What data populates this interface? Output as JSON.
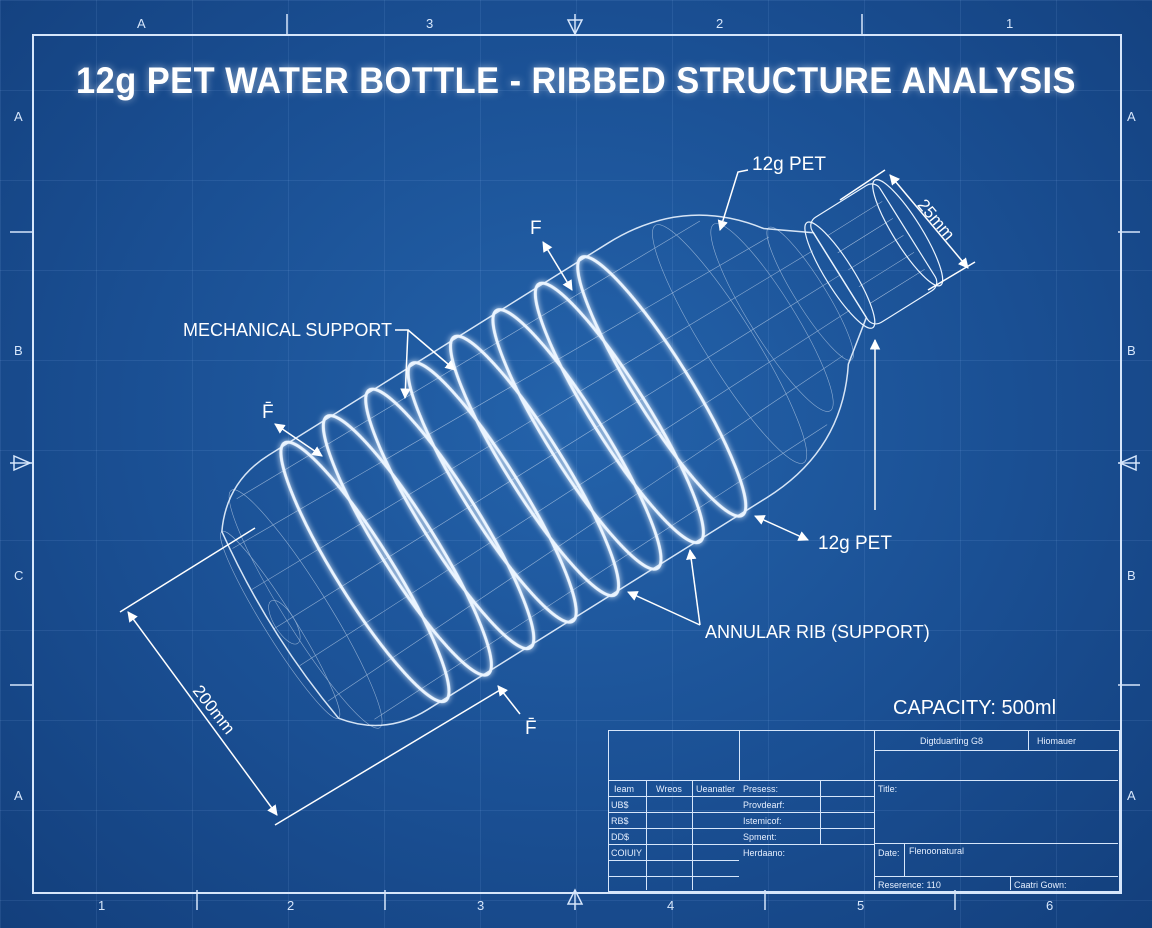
{
  "title": "12g PET WATER BOTTLE - RIBBED STRUCTURE ANALYSIS",
  "border": {
    "top": [
      "A",
      "3",
      "2",
      "1"
    ],
    "bottom": [
      "1",
      "2",
      "3",
      "4",
      "5",
      "6"
    ],
    "left": [
      "A",
      "B",
      "C",
      "A"
    ],
    "right": [
      "A",
      "B",
      "B",
      "A"
    ]
  },
  "annotations": {
    "material_top": "12g PET",
    "material_right": "12g PET",
    "cap_dimension": "25mm",
    "length_dimension": "200mm",
    "mechanical_support": "MECHANICAL SUPPORT",
    "annular_rib": "ANNULAR RIB (SUPPORT)",
    "force_1": "F",
    "force_2": "F̄",
    "force_3": "F̄",
    "capacity": "CAPACITY: 500ml"
  },
  "title_block": {
    "header_1": "Digtduarting G8",
    "header_2": "Hiomauer",
    "col_headers": [
      "Ieam",
      "Wreos",
      "Ueanatler"
    ],
    "rows": [
      "UB$",
      "RB$",
      "DD$",
      "COIUIY"
    ],
    "mid_labels": [
      "Presess:",
      "Provdearf:",
      "Istemicof:",
      "Spment:",
      "Herdaano:"
    ],
    "title_label": "Title:",
    "date_label": "Date:",
    "date_value": "Flenoonatural",
    "reference": "Reserence: 110",
    "drawn": "Caatri Gown:"
  },
  "colors": {
    "background": "#1a4f93",
    "lines": "#d6e6fb"
  }
}
